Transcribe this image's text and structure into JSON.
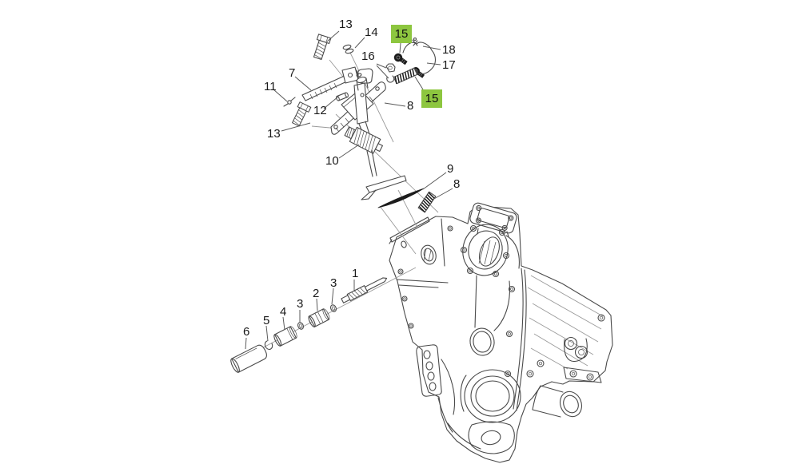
{
  "diagram": {
    "colors": {
      "background": "#ffffff",
      "line": "#4a4a4a",
      "line_light": "#9a9a9a",
      "dark": "#1c1c1c",
      "highlight": "#8dc63f",
      "label": "#1a1a1a"
    },
    "callouts": {
      "c13_top": {
        "label": "13",
        "highlighted": false
      },
      "c14": {
        "label": "14",
        "highlighted": false
      },
      "c15_top": {
        "label": "15",
        "highlighted": true
      },
      "c16": {
        "label": "16",
        "highlighted": false
      },
      "c18": {
        "label": "18",
        "highlighted": false
      },
      "c17": {
        "label": "17",
        "highlighted": false
      },
      "c15_bottom": {
        "label": "15",
        "highlighted": true
      },
      "c7": {
        "label": "7",
        "highlighted": false
      },
      "c11": {
        "label": "11",
        "highlighted": false
      },
      "c12": {
        "label": "12",
        "highlighted": false
      },
      "c8_lever": {
        "label": "8",
        "highlighted": false
      },
      "c13_bottom": {
        "label": "13",
        "highlighted": false
      },
      "c10": {
        "label": "10",
        "highlighted": false
      },
      "c9": {
        "label": "9",
        "highlighted": false
      },
      "c8_spring": {
        "label": "8",
        "highlighted": false
      },
      "c1": {
        "label": "1",
        "highlighted": false
      },
      "c3_right": {
        "label": "3",
        "highlighted": false
      },
      "c2": {
        "label": "2",
        "highlighted": false
      },
      "c3_left": {
        "label": "3",
        "highlighted": false
      },
      "c4": {
        "label": "4",
        "highlighted": false
      },
      "c5": {
        "label": "5",
        "highlighted": false
      },
      "c6": {
        "label": "6",
        "highlighted": false
      }
    }
  }
}
